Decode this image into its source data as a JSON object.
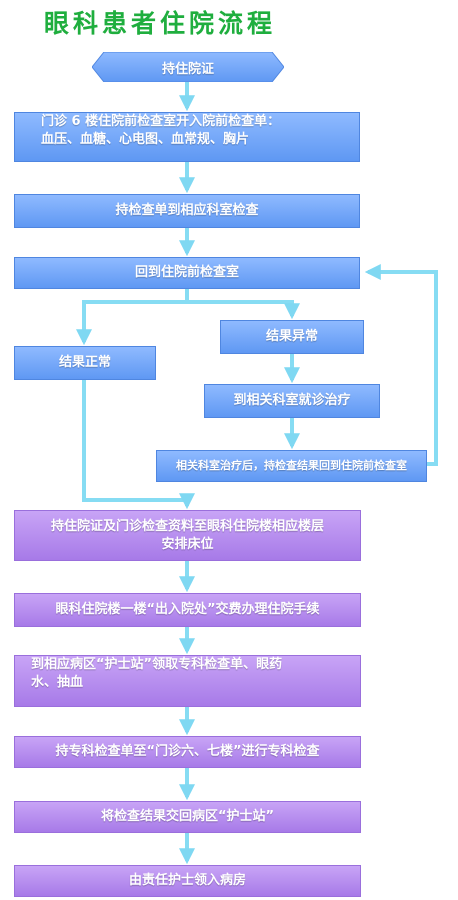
{
  "title": "眼科患者住院流程",
  "steps": {
    "start": "持住院证",
    "pre_exam_line1": "门诊 6 楼住院前检查室开入院前检查单：",
    "pre_exam_line2": "血压、血糖、心电图、血常规、胸片",
    "to_dept": "持检查单到相应科室检查",
    "return_room": "回到住院前检查室",
    "result_normal": "结果正常",
    "result_abnormal": "结果异常",
    "treat_dept": "到相关科室就诊治疗",
    "after_treat": "相关科室治疗后，持检查结果回到住院前检查室",
    "arrange_bed_line1": "持住院证及门诊检查资料至眼科住院楼相应楼层",
    "arrange_bed_line2": "安排床位",
    "admission": "眼科住院楼一楼“出入院处”交费办理住院手续",
    "nurse_station_line1": "到相应病区“护士站”领取专科检查单、眼药",
    "nurse_station_line2": "水、抽血",
    "special_exam": "持专科检查单至“门诊六、七楼”进行专科检查",
    "return_results": "将检查结果交回病区“护士站”",
    "final": "由责任护士领入病房"
  }
}
